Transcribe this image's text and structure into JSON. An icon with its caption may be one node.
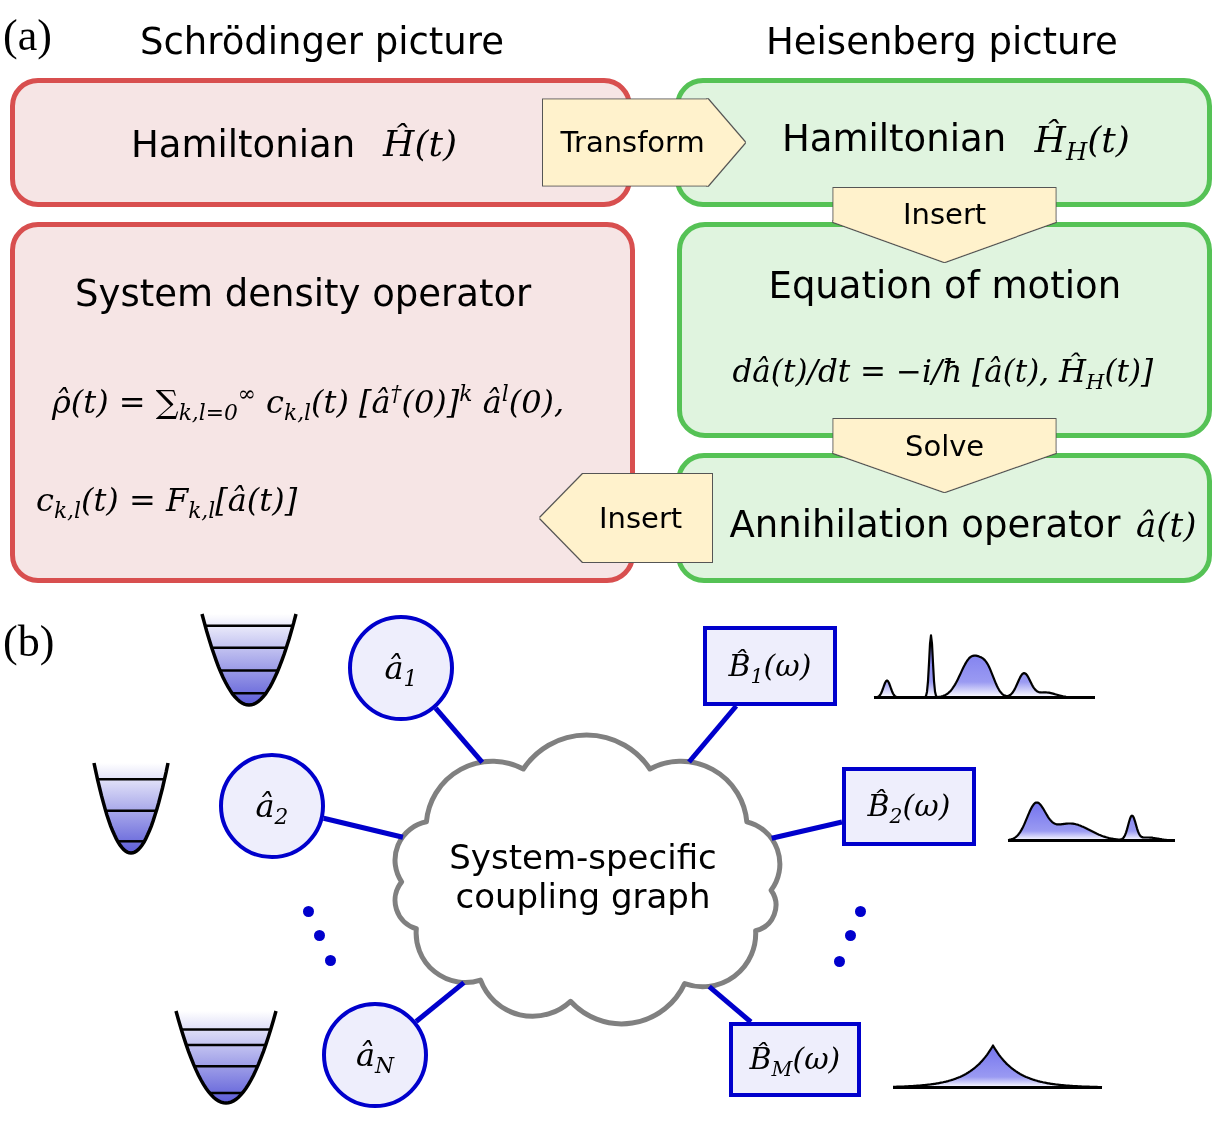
{
  "diagram": {
    "nodes": [
      {
        "text": [
          "Hamiltonian",
          "Ĥ(t)"
        ]
      },
      {
        "text": [
          "Hamiltonian",
          "Ĥ$_{H}$(t)"
        ]
      },
      {
        "text": [
          "System density operator",
          "ρ̂(t) = ∑$_{k,l=0}$$^{∞}$ c$_{k,l}$(t) [â$^{†}$(0)]$^{k}$ â$^{l}$(0),",
          "c$_{k,l}$(t) = F$_{k,l}$[â(t)]"
        ]
      },
      {
        "text": [
          "Equation of motion",
          "dâ(t)/dt = −i/ħ [â(t), Ĥ$_{H}$(t)]"
        ]
      },
      {
        "text": [
          "Annihilation operator",
          "â(t)"
        ]
      },
      {
        "text": [
          "â$_{1}$"
        ]
      },
      {
        "text": [
          "B̂$_{1}$(ω)"
        ]
      },
      {
        "text": [
          "â$_{2}$"
        ]
      },
      {
        "text": [
          "B̂$_{2}$(ω)"
        ]
      },
      {
        "text": [
          "System-specific coupling graph"
        ]
      },
      {
        "text": [
          "â$_{N}$"
        ]
      },
      {
        "text": [
          "B̂$_{M}$(ω)"
        ]
      }
    ],
    "edges": [
      {
        "from": 0,
        "to": 1,
        "arrow": "to",
        "label": "Transform",
        "style": "thick",
        "color": "#fff2cc"
      },
      {
        "from": 1,
        "to": 3,
        "arrow": "to",
        "label": "Insert",
        "style": "thick",
        "color": "#fff2cc"
      },
      {
        "from": 3,
        "to": 4,
        "arrow": "to",
        "label": "Solve",
        "style": "thick",
        "color": "#fff2cc"
      },
      {
        "from": 4,
        "to": 2,
        "arrow": "to",
        "label": "Insert",
        "style": "thick",
        "color": "#fff2cc"
      },
      {
        "from": 5,
        "to": 9,
        "arrow": "none"
      },
      {
        "from": 6,
        "to": 9,
        "arrow": "none"
      },
      {
        "from": 7,
        "to": 9,
        "arrow": "none"
      },
      {
        "from": 8,
        "to": 9,
        "arrow": "none"
      },
      {
        "from": 10,
        "to": 9,
        "arrow": "none"
      },
      {
        "from": 11,
        "to": 9,
        "arrow": "none"
      }
    ],
    "labels": [
      "(a)",
      "Schrödinger picture",
      "Heisenberg picture",
      "(b)"
    ]
  }
}
